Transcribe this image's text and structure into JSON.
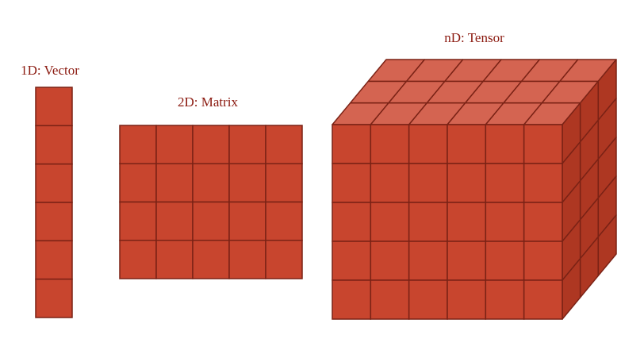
{
  "labels": {
    "vector": "1D: Vector",
    "matrix": "2D: Matrix",
    "tensor": "nD: Tensor"
  },
  "shapes": {
    "vector_cells": 6,
    "matrix_rows": 4,
    "matrix_cols": 5,
    "tensor_rows": 5,
    "tensor_cols": 6,
    "tensor_depth": 3
  },
  "colors": {
    "front": "#c8452e",
    "top": "#d46451",
    "side": "#ae3722",
    "grid": "#7a2215",
    "label": "#8b1a10",
    "background": "#ffffff"
  }
}
